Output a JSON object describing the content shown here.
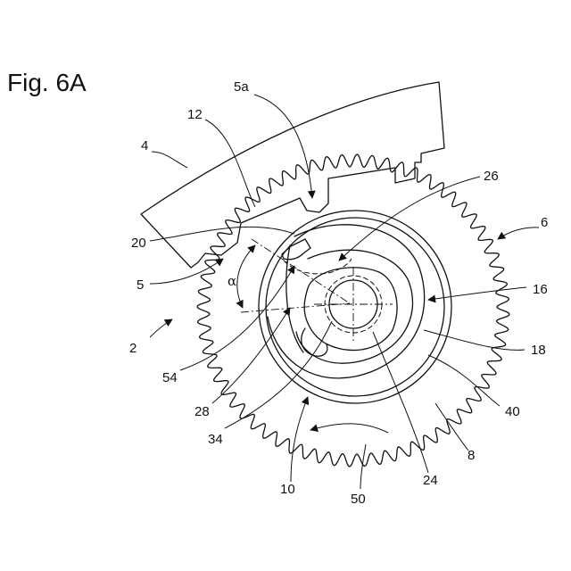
{
  "figure": {
    "title": "Fig. 6A",
    "angle_symbol": "α",
    "labels": {
      "l4": "4",
      "l5a": "5a",
      "l12": "12",
      "l26": "26",
      "l6": "6",
      "l20": "20",
      "l5": "5",
      "l16": "16",
      "l2": "2",
      "l18": "18",
      "l54": "54",
      "l40": "40",
      "l28": "28",
      "l34": "34",
      "l8": "8",
      "l10": "10",
      "l24": "24",
      "l50": "50"
    }
  }
}
